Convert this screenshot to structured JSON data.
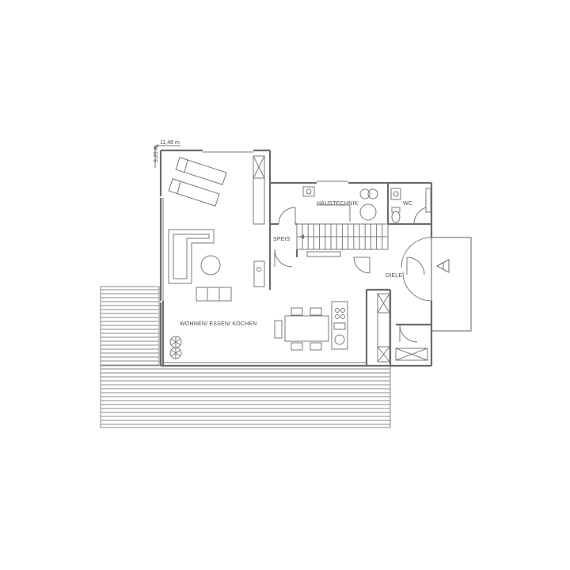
{
  "dimensions": {
    "width": "11,48 m",
    "depth": "9,20 m"
  },
  "rooms": {
    "living": "WOHNEN/ ESSEN/ KOCHEN",
    "pantry": "SPEIS",
    "utility": "HAUSTECHNIK",
    "wc": "WC",
    "hall": "DIELE"
  }
}
